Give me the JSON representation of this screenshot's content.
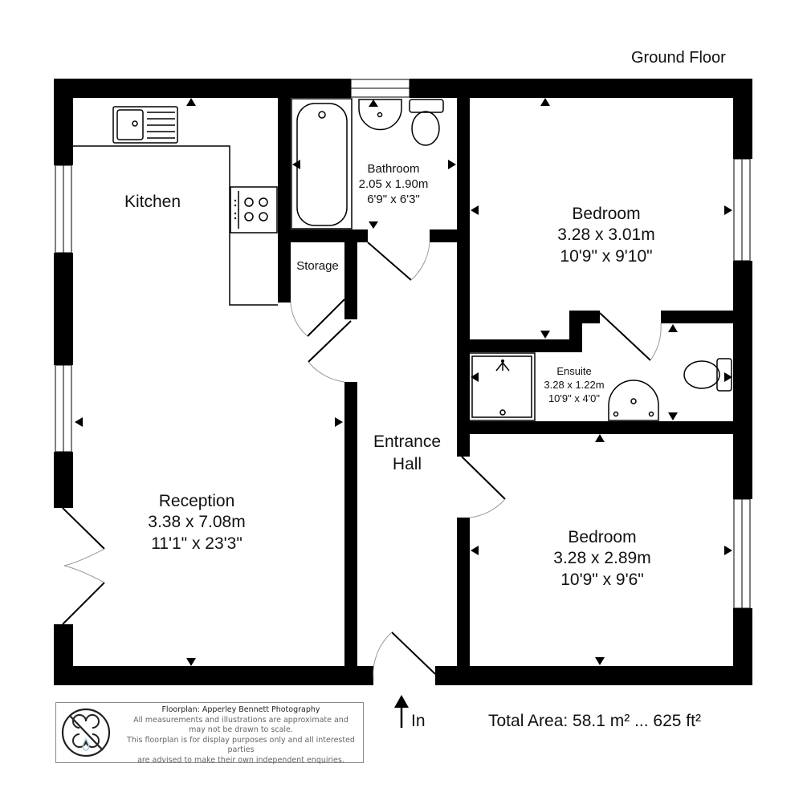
{
  "floor": {
    "title": "Ground Floor"
  },
  "rooms": {
    "kitchen": {
      "name": "Kitchen"
    },
    "bathroom": {
      "name": "Bathroom",
      "metric": "2.05 x 1.90m",
      "imperial": "6'9\" x 6'3\""
    },
    "storage": {
      "name": "Storage"
    },
    "bedroom1": {
      "name": "Bedroom",
      "metric": "3.28 x 3.01m",
      "imperial": "10'9\" x 9'10\""
    },
    "ensuite": {
      "name": "Ensuite",
      "metric": "3.28 x 1.22m",
      "imperial": "10'9\" x 4'0\""
    },
    "entrance_hall": {
      "name_line1": "Entrance",
      "name_line2": "Hall"
    },
    "reception": {
      "name": "Reception",
      "metric": "3.38 x 7.08m",
      "imperial": "11'1\" x 23'3\""
    },
    "bedroom2": {
      "name": "Bedroom",
      "metric": "3.28 x 2.89m",
      "imperial": "10'9\" x 9'6\""
    }
  },
  "entrance": {
    "label": "In"
  },
  "total_area": {
    "text": "Total Area: 58.1 m² ... 625 ft²"
  },
  "disclaimer": {
    "credit": "Floorplan: Apperley Bennett Photography",
    "line1": "All measurements and illustrations are approximate and",
    "line2": "may not be drawn to scale.",
    "line3": "This floorplan is for display purposes only and all interested parties",
    "line4": "are advised to make their own independent enquiries."
  },
  "colors": {
    "wall": "#000000",
    "background": "#ffffff",
    "door_arc": "#999999",
    "logo_drop": "#a8cdd8"
  }
}
